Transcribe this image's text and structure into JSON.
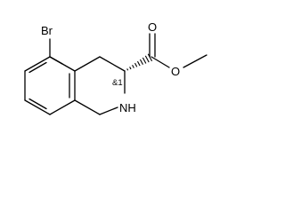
{
  "molecule": {
    "atoms": {
      "bromine": "Br",
      "nitrogen_h": "NH",
      "carbonyl_oxygen": "O",
      "ester_oxygen": "O"
    },
    "stereo_label": "&1"
  }
}
